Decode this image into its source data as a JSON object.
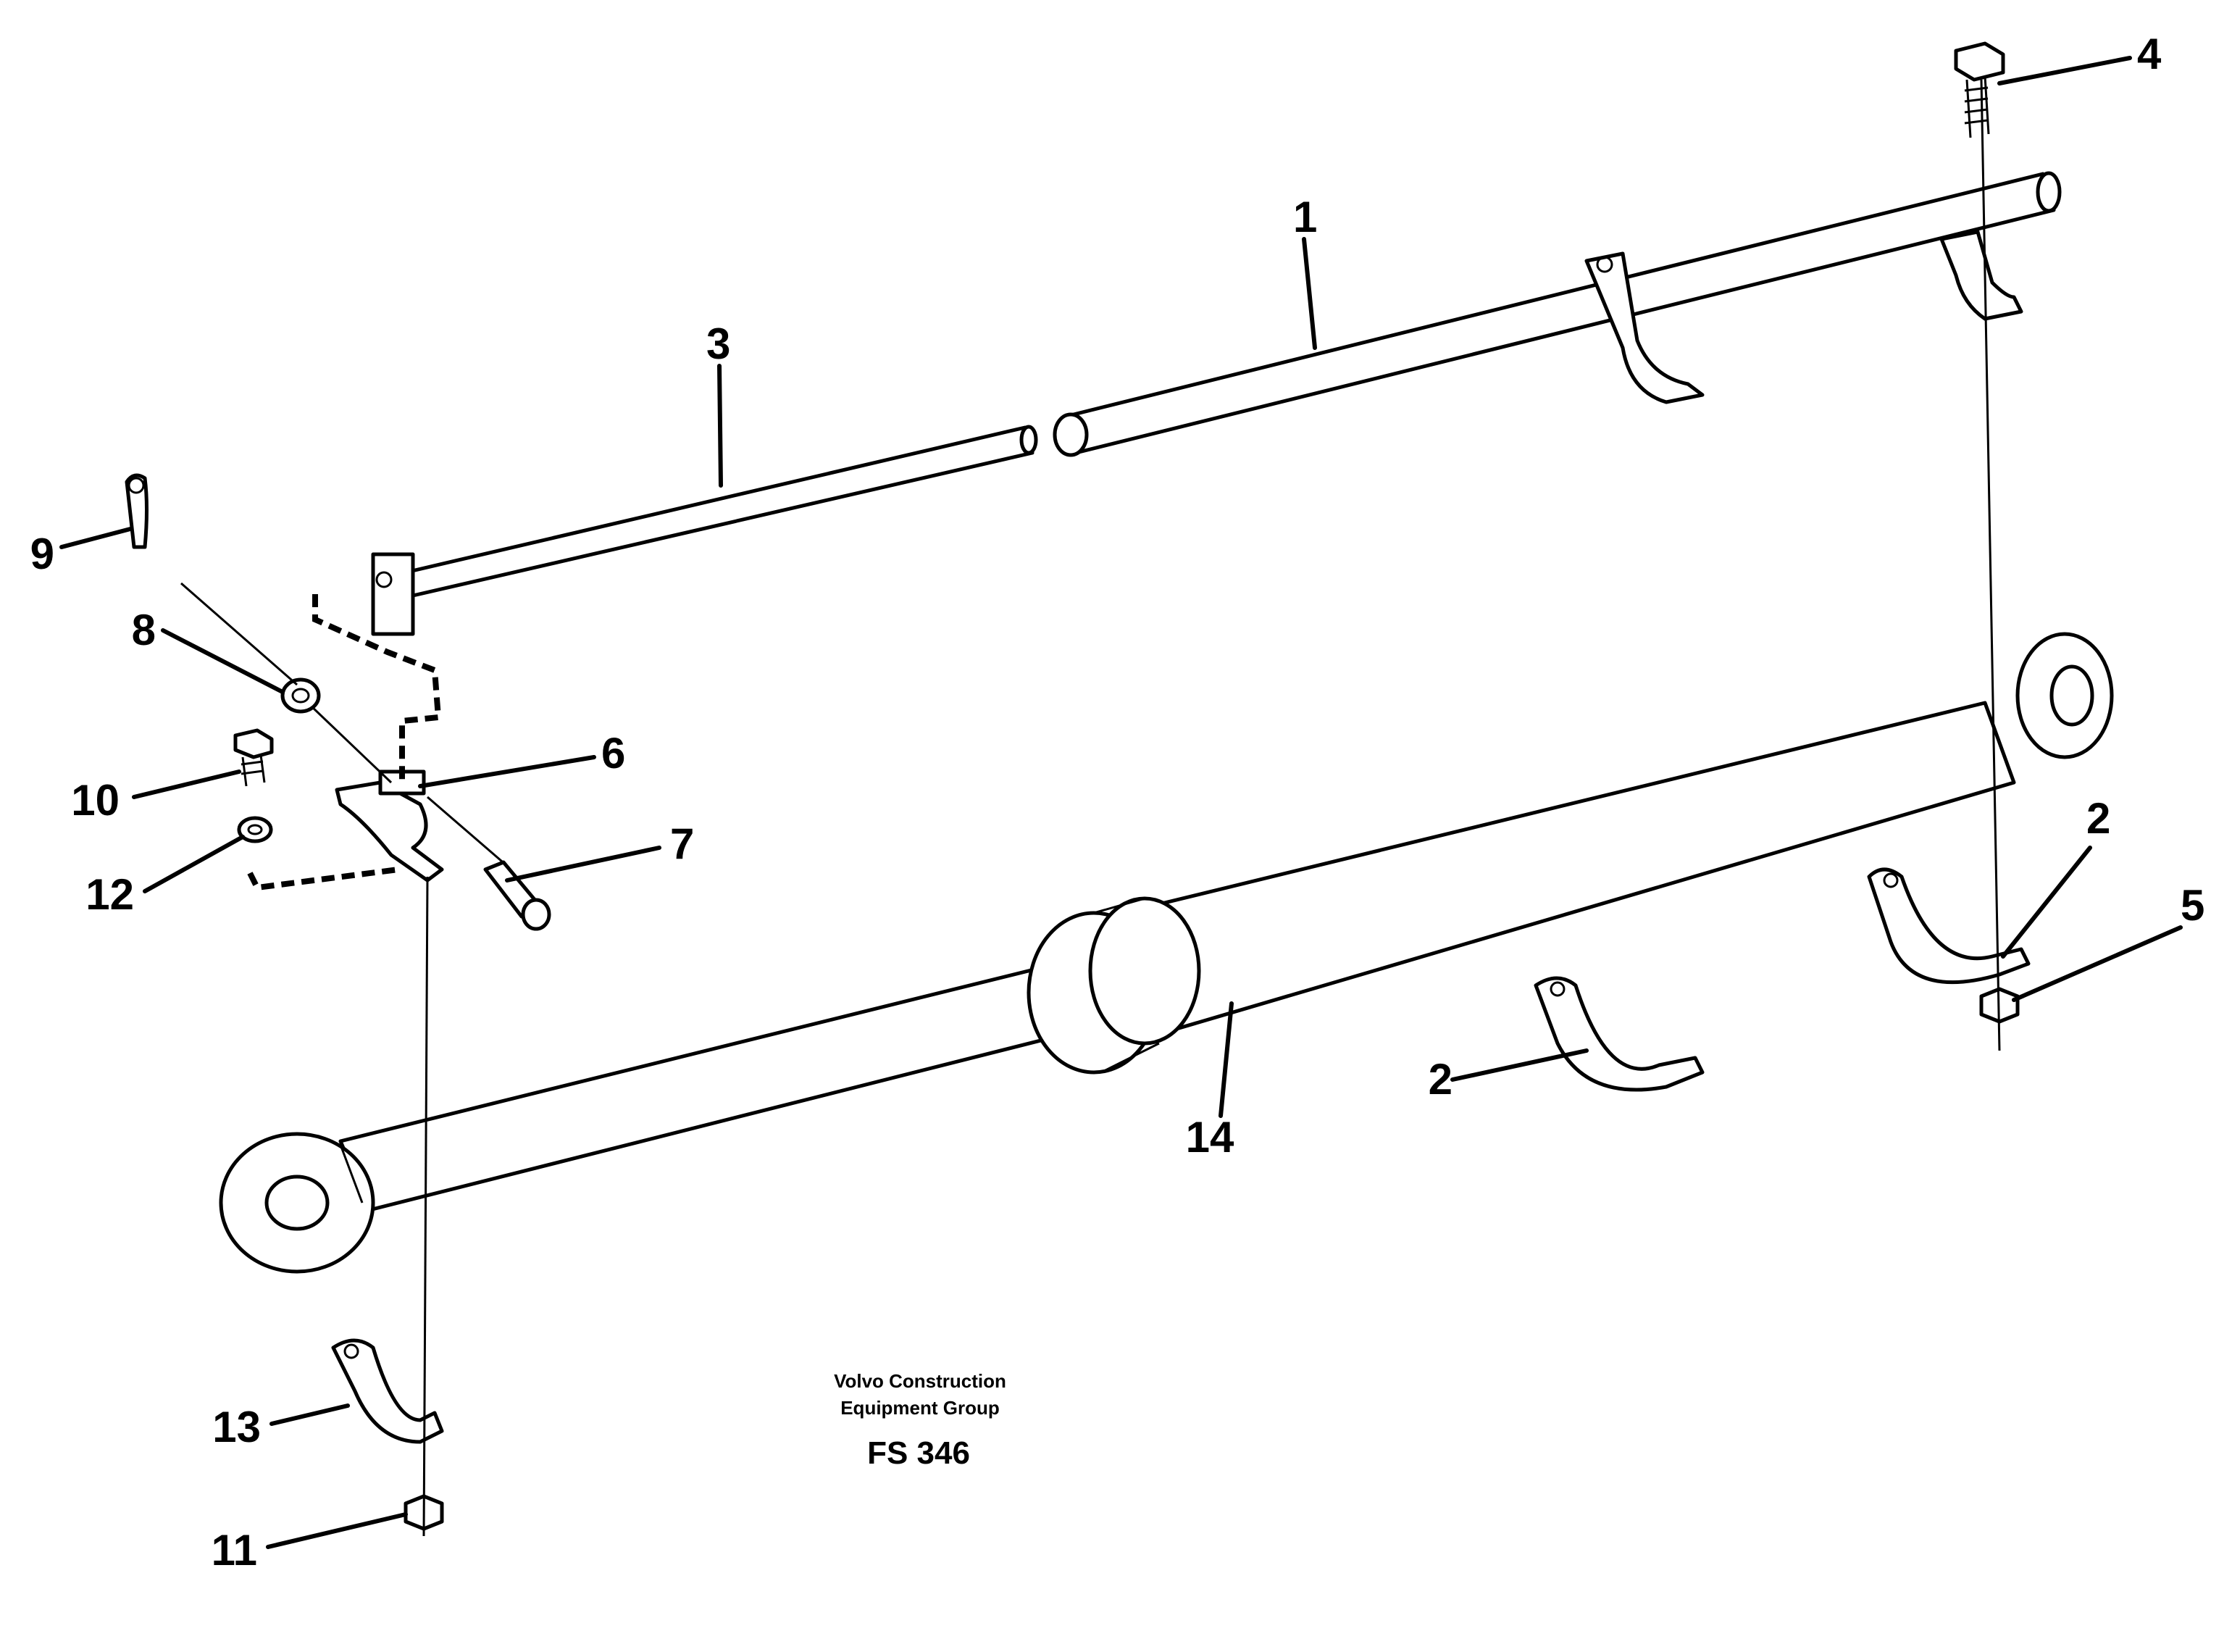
{
  "callouts": {
    "c1": "1",
    "c2a": "2",
    "c2b": "2",
    "c3": "3",
    "c4": "4",
    "c5": "5",
    "c6": "6",
    "c7": "7",
    "c8": "8",
    "c9": "9",
    "c10": "10",
    "c11": "11",
    "c12": "12",
    "c13": "13",
    "c14": "14"
  },
  "caption": {
    "line1": "Volvo Construction",
    "line2": "Equipment Group",
    "code": "FS 346"
  }
}
